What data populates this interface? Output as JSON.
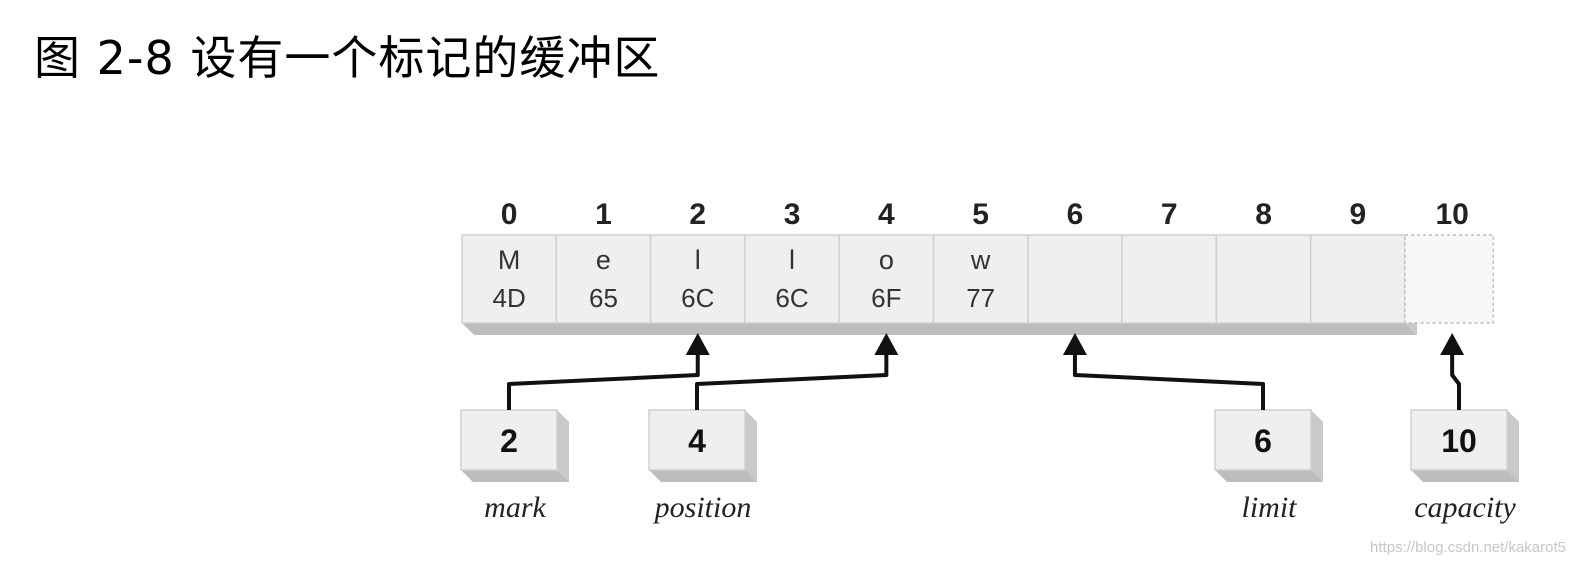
{
  "figure": {
    "title": "图 2-8 设有一个标记的缓冲区"
  },
  "buffer": {
    "indices": [
      "0",
      "1",
      "2",
      "3",
      "4",
      "5",
      "6",
      "7",
      "8",
      "9",
      "10"
    ],
    "cells": [
      {
        "char": "M",
        "hex": "4D"
      },
      {
        "char": "e",
        "hex": "65"
      },
      {
        "char": "l",
        "hex": "6C"
      },
      {
        "char": "l",
        "hex": "6C"
      },
      {
        "char": "o",
        "hex": "6F"
      },
      {
        "char": "w",
        "hex": "77"
      },
      {
        "char": "",
        "hex": ""
      },
      {
        "char": "",
        "hex": ""
      },
      {
        "char": "",
        "hex": ""
      },
      {
        "char": "",
        "hex": ""
      }
    ]
  },
  "pointers": [
    {
      "value": "2",
      "label": "mark",
      "target_index": 2
    },
    {
      "value": "4",
      "label": "position",
      "target_index": 4
    },
    {
      "value": "6",
      "label": "limit",
      "target_index": 6
    },
    {
      "value": "10",
      "label": "capacity",
      "target_index": 10
    }
  ],
  "watermark": "https://blog.csdn.net/kakarot5"
}
